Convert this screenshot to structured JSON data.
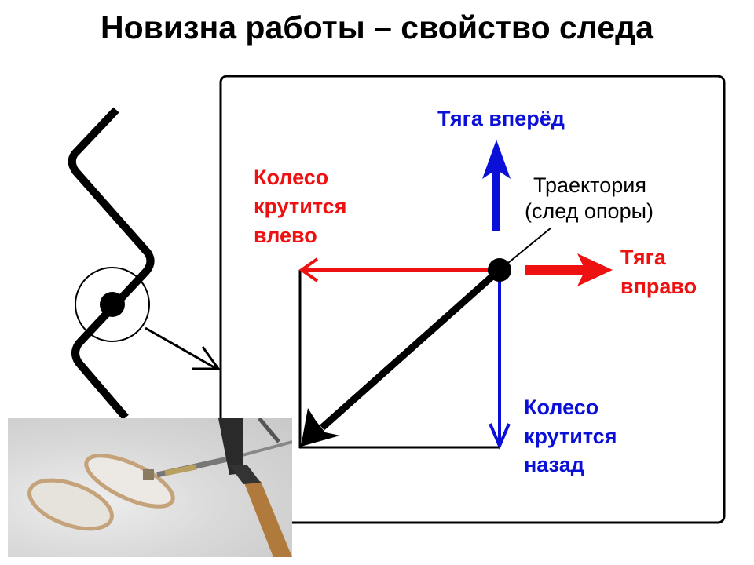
{
  "title": "Новизна работы – свойство следа",
  "labels": {
    "thrust_forward": "Тяга вперёд",
    "wheel_left": [
      "Колесо",
      "крутится",
      "влево"
    ],
    "trajectory": [
      "Траектория",
      "(след опоры)"
    ],
    "thrust_right": [
      "Тяга",
      "вправо"
    ],
    "wheel_back": [
      "Колесо",
      "крутится",
      "назад"
    ]
  },
  "colors": {
    "red": "#ee1111",
    "blue": "#0a10d8",
    "black": "#000000"
  }
}
